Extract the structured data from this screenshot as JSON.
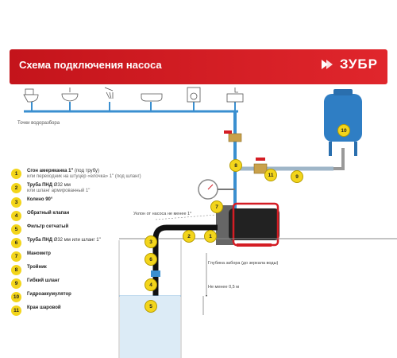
{
  "header": {
    "title": "Схема подключения насоса",
    "brand": "ЗУБР"
  },
  "points_label": "Точки водоразбора",
  "fixtures": [
    "toilet-icon",
    "sink-icon",
    "shower-icon",
    "bathtub-icon",
    "washing-machine-icon",
    "kitchen-sink-icon"
  ],
  "legend": [
    {
      "num": "1",
      "title": "Сгон американка 1\"",
      "note": " (под трубу)",
      "sub": "или переходник на штуцер «елочка» 1\" (под шланг)"
    },
    {
      "num": "2",
      "title": "Труба ПНД",
      "note": " Ø32 мм",
      "sub": "или шланг армированный 1\""
    },
    {
      "num": "3",
      "title": "Колено 90°",
      "note": "",
      "sub": ""
    },
    {
      "num": "4",
      "title": "Обратный клапан",
      "note": "",
      "sub": ""
    },
    {
      "num": "5",
      "title": "Фильтр сетчатый",
      "note": "",
      "sub": ""
    },
    {
      "num": "6",
      "title": "Труба ПНД",
      "note": " Ø32 мм или шланг 1\"",
      "sub": ""
    },
    {
      "num": "7",
      "title": "Манометр",
      "note": "",
      "sub": ""
    },
    {
      "num": "8",
      "title": "Тройник",
      "note": "",
      "sub": ""
    },
    {
      "num": "9",
      "title": "Гибкий шланг",
      "note": "",
      "sub": ""
    },
    {
      "num": "10",
      "title": "Гидроаккумулятор",
      "note": "",
      "sub": ""
    },
    {
      "num": "11",
      "title": "Кран шаровой",
      "note": "",
      "sub": ""
    }
  ],
  "annotations": {
    "slope": "Уклон от насоса не менее 1°",
    "depth": "Глубина забора (до зеркала воды)",
    "min_depth": "Не менее 0,5 м"
  },
  "badges": [
    "1",
    "2",
    "3",
    "4",
    "5",
    "6",
    "7",
    "8",
    "9",
    "10",
    "11"
  ],
  "colors": {
    "brand_red": "#d41d24",
    "badge_yellow": "#f3d51b",
    "pipe_blue": "#3a8fd0",
    "tank_blue": "#2f7ec4"
  }
}
